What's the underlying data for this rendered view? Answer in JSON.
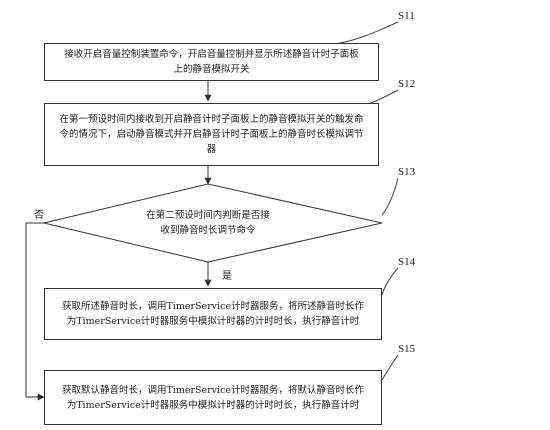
{
  "steps": [
    {
      "id": "S11",
      "text": "接收开启音量控制装置命令，开启音量控制并显示所述静音计时子面板上的静音模拟开关"
    },
    {
      "id": "S12",
      "text": "在第一预设时间内接收到开启静音计时子面板上的静音模拟开关的触发命令的情况下，启动静音模式并开启静音计时子面板上的静音时长模拟调节器"
    },
    {
      "id": "S13",
      "text": "在第二预设时间内判断是否接收到静音时长调节命令"
    },
    {
      "id": "S14",
      "text": "获取所述静音时长，调用TimerService计时器服务，将所述静音时长作为TimerService计时器服务中模拟计时器的计时时长，执行静音计时"
    },
    {
      "id": "S15",
      "text": "获取默认静音时长，调用TimerService计时器服务，将默认静音时长作为TimerService计时器服务中模拟计时器的计时时长，执行静音计时"
    }
  ],
  "branches": {
    "yes": "是",
    "no": "否"
  }
}
